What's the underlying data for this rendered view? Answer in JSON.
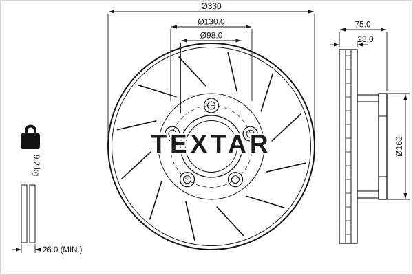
{
  "drawing": {
    "brand_logo": "TEXTAR",
    "front_view": {
      "outer_diameter": "Ø330",
      "bolt_circle_diameter": "Ø130.0",
      "center_bore_diameter": "Ø98.0"
    },
    "side_view": {
      "total_width": "75.0",
      "disc_thickness": "28.0",
      "hat_outer_diameter": "Ø168"
    },
    "weight_label": "9.2 kg",
    "min_thickness_label": "26.0 (MIN.)",
    "colors": {
      "ink": "#141414"
    }
  }
}
